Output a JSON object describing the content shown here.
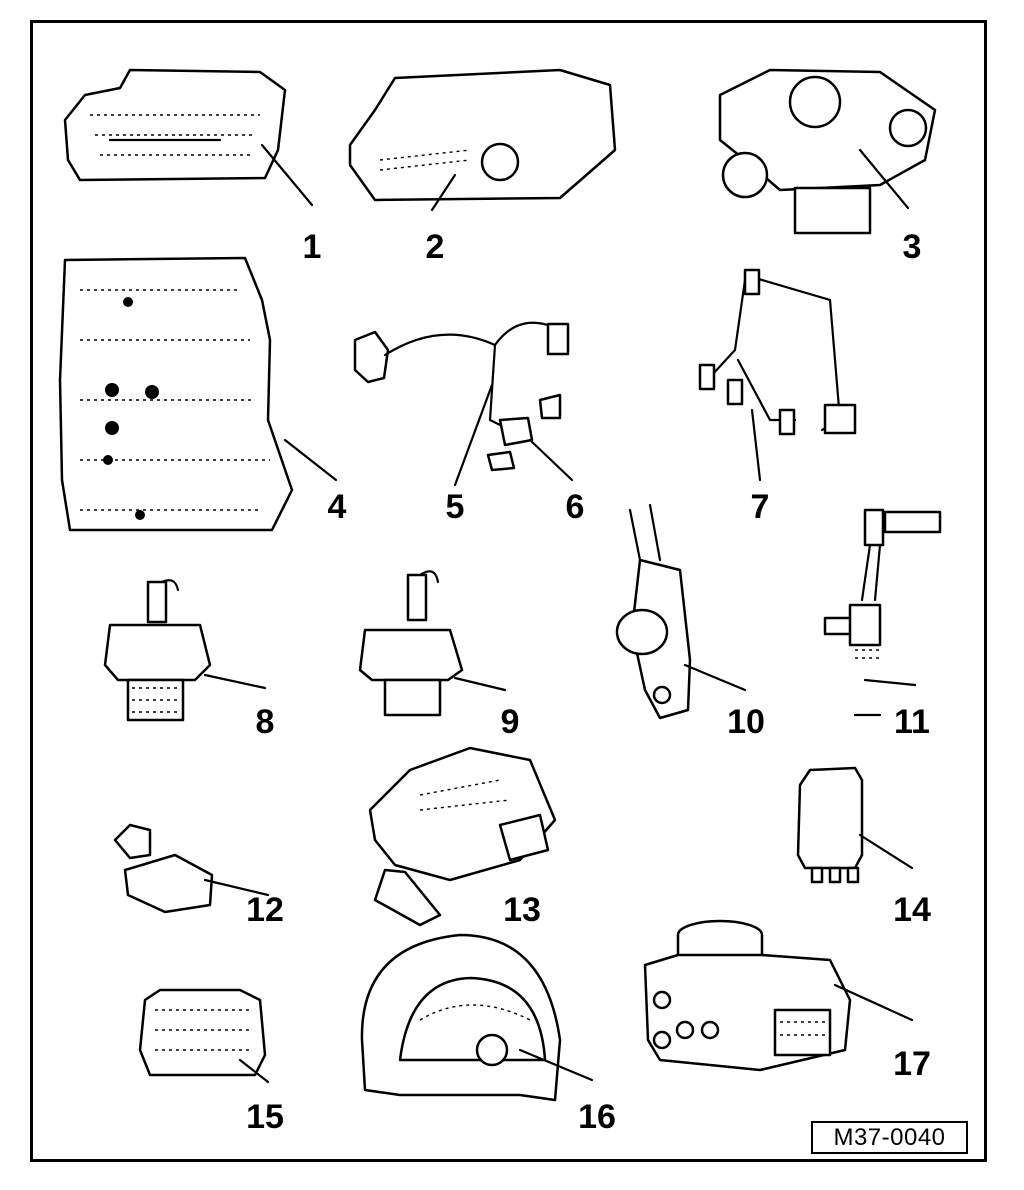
{
  "figure_code": "M37-0040",
  "parts": [
    {
      "label": "1"
    },
    {
      "label": "2"
    },
    {
      "label": "3"
    },
    {
      "label": "4"
    },
    {
      "label": "5"
    },
    {
      "label": "6"
    },
    {
      "label": "7"
    },
    {
      "label": "8"
    },
    {
      "label": "9"
    },
    {
      "label": "10"
    },
    {
      "label": "11"
    },
    {
      "label": "12"
    },
    {
      "label": "13"
    },
    {
      "label": "14"
    },
    {
      "label": "15"
    },
    {
      "label": "16"
    },
    {
      "label": "17"
    }
  ]
}
